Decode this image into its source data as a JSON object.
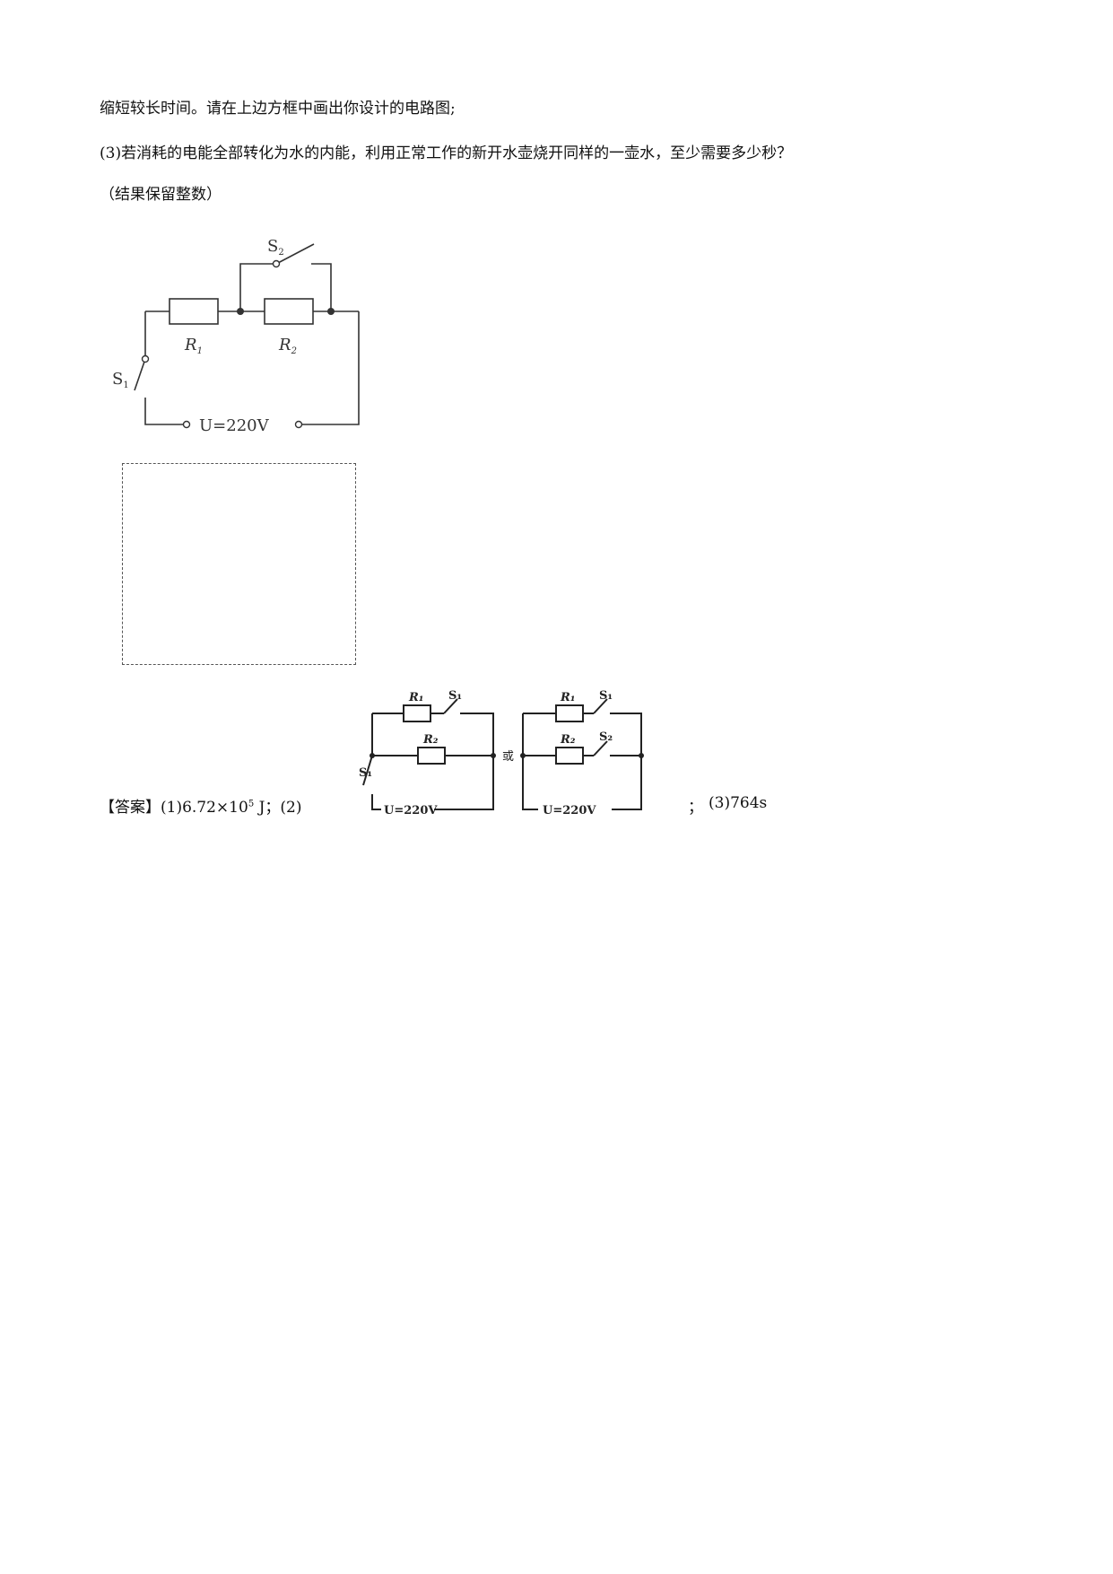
{
  "question": {
    "line1": "缩短较长时间。请在上边方框中画出你设计的电路图;",
    "line2": "(3)若消耗的电能全部转化为水的内能，利用正常工作的新开水壶烧开同样的一壶水，至少需要多少秒？",
    "line3": "（结果保留整数）"
  },
  "circuit": {
    "s1": "S",
    "s1_sub": "1",
    "s2": "S",
    "s2_sub": "2",
    "r1": "R",
    "r1_sub": "1",
    "r2": "R",
    "r2_sub": "2",
    "voltage": "U=220V"
  },
  "answer": {
    "label": "【答案】",
    "part1_prefix": "(1)6.72×10",
    "part1_exp": "5",
    "part1_suffix": " J；(2)",
    "separator": "；",
    "part3": "(3)764s",
    "or": "或",
    "voltage_a": "U=220V",
    "voltage_b": "U=220V",
    "r1": "R₁",
    "r2": "R₂",
    "s1": "S₁",
    "s2": "S₂"
  }
}
